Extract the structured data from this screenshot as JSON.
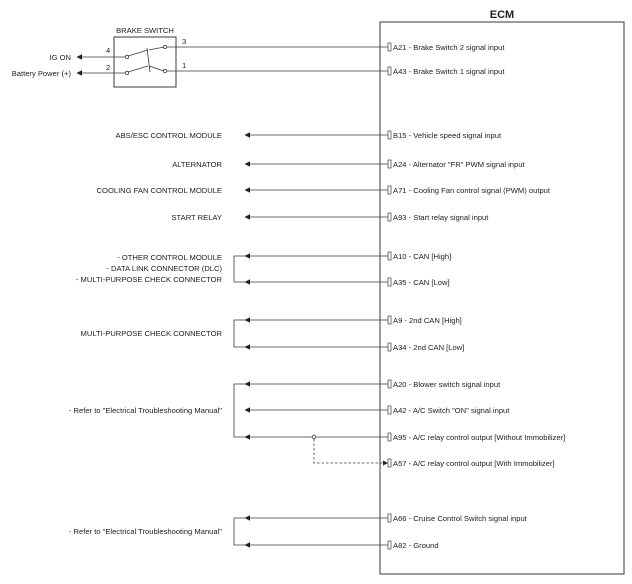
{
  "ecm": {
    "title": "ECM"
  },
  "brake_switch": {
    "title": "BRAKE SWITCH",
    "left_pins": [
      {
        "pin": "4",
        "label": "IG ON"
      },
      {
        "pin": "2",
        "label": "Battery Power (+)"
      }
    ],
    "right_pins": [
      {
        "pin": "3",
        "terminal": "A21",
        "label": "Brake Switch 2 signal input"
      },
      {
        "pin": "1",
        "terminal": "A43",
        "label": "Brake Switch 1 signal input"
      }
    ]
  },
  "terminals": [
    {
      "id": "B15",
      "text": "B15 - Vehicle speed signal input"
    },
    {
      "id": "A24",
      "text": "A24 - Alternator \"FR\" PWM signal input"
    },
    {
      "id": "A71",
      "text": "A71 - Cooling Fan control signal (PWM) output"
    },
    {
      "id": "A93",
      "text": "A93 - Start relay signal input"
    },
    {
      "id": "A10",
      "text": "A10 - CAN [High]"
    },
    {
      "id": "A35",
      "text": "A35 - CAN [Low]"
    },
    {
      "id": "A9",
      "text": "A9 - 2nd CAN [High]"
    },
    {
      "id": "A34",
      "text": "A34 - 2nd CAN [Low]"
    },
    {
      "id": "A20",
      "text": "A20 - Blower switch signal input"
    },
    {
      "id": "A42",
      "text": "A42 - A/C Switch \"ON\" signal input"
    },
    {
      "id": "A95",
      "text": "A95 - A/C relay control output [Without Immobilizer]"
    },
    {
      "id": "A57",
      "text": "A57 - A/C relay control output [With Immobilizer]"
    },
    {
      "id": "A66",
      "text": "A66 - Cruise Control Switch signal input"
    },
    {
      "id": "A82",
      "text": "A82 - Ground"
    }
  ],
  "destinations": [
    {
      "id": "abs",
      "text": "ABS/ESC CONTROL MODULE"
    },
    {
      "id": "alt",
      "text": "ALTERNATOR"
    },
    {
      "id": "fan",
      "text": "COOLING FAN CONTROL MODULE"
    },
    {
      "id": "start",
      "text": "START RELAY"
    },
    {
      "id": "can1",
      "lines": [
        "- OTHER CONTROL MODULE",
        "- DATA LINK CONNECTOR (DLC)",
        "- MULTI-PURPOSE CHECK CONNECTOR"
      ]
    },
    {
      "id": "can2",
      "text": "MULTI-PURPOSE CHECK CONNECTOR"
    },
    {
      "id": "etm1",
      "text": "- Refer to \"Electrical Troubleshooting Manual\""
    },
    {
      "id": "etm2",
      "text": "- Refer to \"Electrical Troubleshooting Manual\""
    }
  ]
}
